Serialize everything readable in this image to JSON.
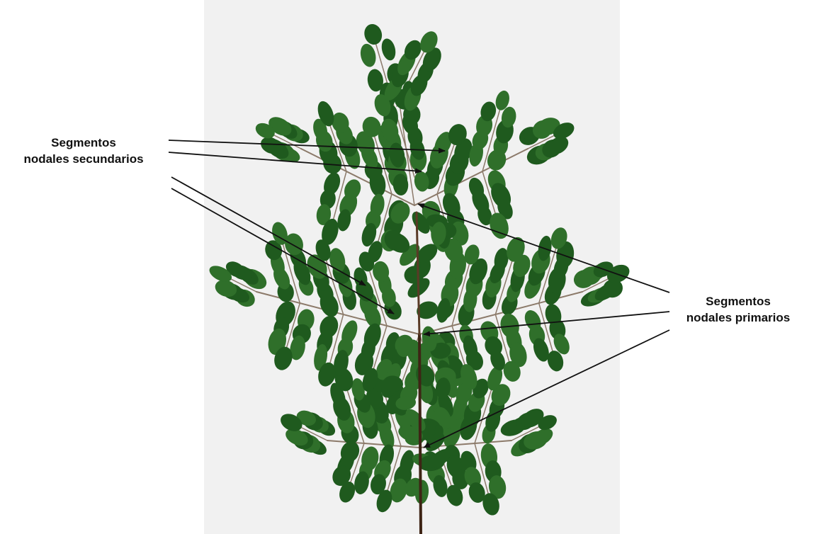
{
  "labels": {
    "secondary": {
      "line1": "Segmentos",
      "line2": "nodales secundarios"
    },
    "primary": {
      "line1": "Segmentos",
      "line2": "nodales primarios"
    }
  },
  "colors": {
    "leaf": "#2f6f2a",
    "leaf_dark": "#1f5a1e",
    "stem": "#4a2c1a",
    "rachis": "#8c7a6a",
    "arrow": "#111111",
    "background": "#f1f1f1"
  }
}
